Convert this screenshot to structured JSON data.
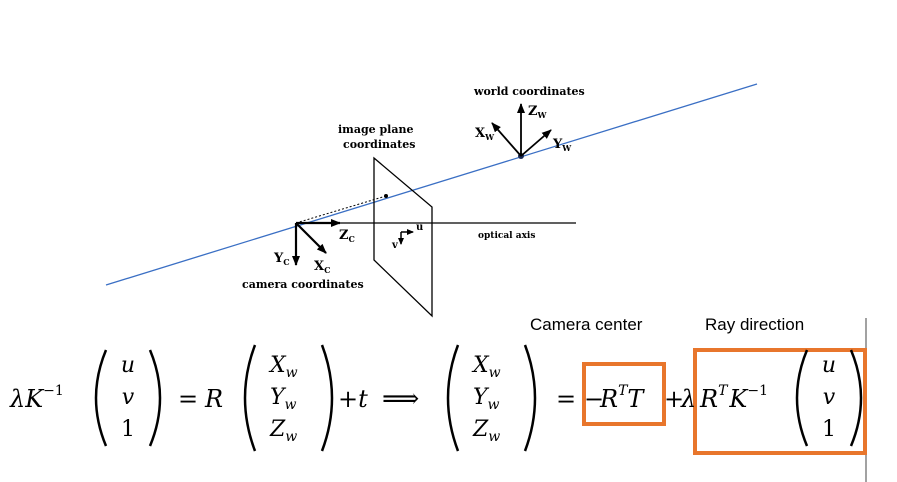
{
  "diagram": {
    "world_label": "world coordinates",
    "image_plane_label_1": "image plane",
    "image_plane_label_2": "coordinates",
    "camera_label": "camera coordinates",
    "optical_axis_label": "optical axis",
    "axes": {
      "zw": "Z",
      "zw_sub": "W",
      "xw": "X",
      "xw_sub": "W",
      "yw": "Y",
      "yw_sub": "W",
      "zc": "Z",
      "zc_sub": "C",
      "yc": "Y",
      "yc_sub": "C",
      "xc": "X",
      "xc_sub": "C",
      "u": "u",
      "v": "v"
    },
    "ray_color": "#3a6fc4",
    "highlight_color": "#e8762c"
  },
  "annotations": {
    "camera_center": "Camera center",
    "ray_direction": "Ray direction"
  },
  "equation": {
    "lambda": "λ",
    "K": "K",
    "inv": "−1",
    "vec_uvw": [
      "u",
      "v",
      "1"
    ],
    "equals": "=",
    "R": "R",
    "vec_world": [
      "X",
      "Y",
      "Z"
    ],
    "vec_world_sub": "w",
    "plus_t": "+t",
    "implies": "⟹",
    "minus": "−",
    "T_sup": "T",
    "T": "T",
    "plus": "+"
  }
}
